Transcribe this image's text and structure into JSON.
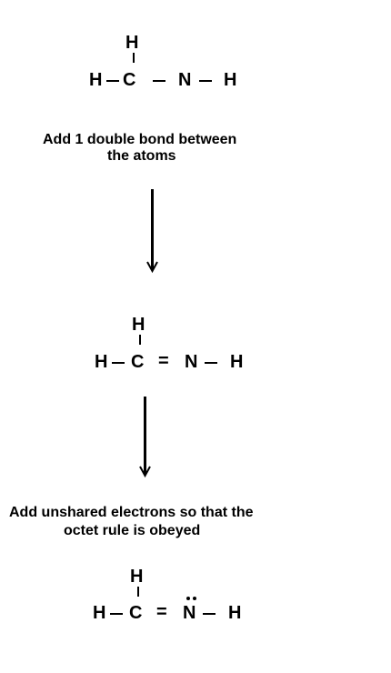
{
  "colors": {
    "ink": "#000000",
    "background": "#ffffff"
  },
  "structure_1": {
    "atom_h_top": "H",
    "atom_h_left": "H",
    "atom_c": "C",
    "atom_n": "N",
    "atom_h_right": "H",
    "bond_c_n": "single"
  },
  "instruction_1": {
    "line1": "Add 1 double bond between",
    "line2": "the atoms"
  },
  "structure_2": {
    "atom_h_top": "H",
    "atom_h_left": "H",
    "atom_c": "C",
    "atom_n": "N",
    "atom_h_right": "H",
    "bond_c_n_symbol": "="
  },
  "instruction_2": {
    "line1": "Add unshared electrons so that the",
    "line2": "octet rule is obeyed"
  },
  "structure_3": {
    "atom_h_top": "H",
    "atom_h_left": "H",
    "atom_c": "C",
    "atom_n": "N",
    "atom_h_right": "H",
    "bond_c_n_symbol": "=",
    "nitrogen_lone_pair_electrons": 2
  }
}
